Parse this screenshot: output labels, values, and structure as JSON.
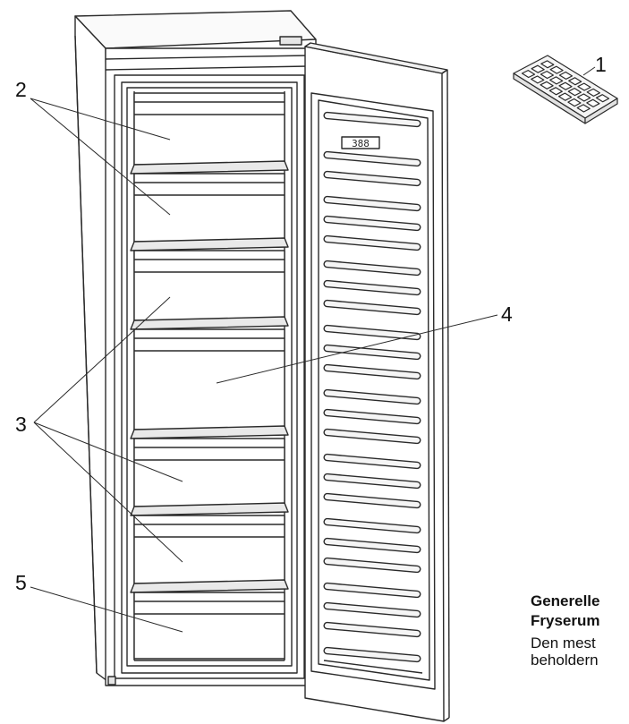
{
  "diagram": {
    "callouts": {
      "ice_tray": "1",
      "upper_compartments": "2",
      "middle_compartments": "3",
      "freezer_space": "4",
      "bottom_compartment": "5"
    },
    "door_display": "388"
  },
  "text_block": {
    "heading_line_1": "Generelle",
    "heading_line_2": "Fryserum",
    "body_line_1": "Den mest",
    "body_line_2": "beholdern"
  },
  "colors": {
    "line": "#2a2a2a",
    "background": "#ffffff"
  }
}
